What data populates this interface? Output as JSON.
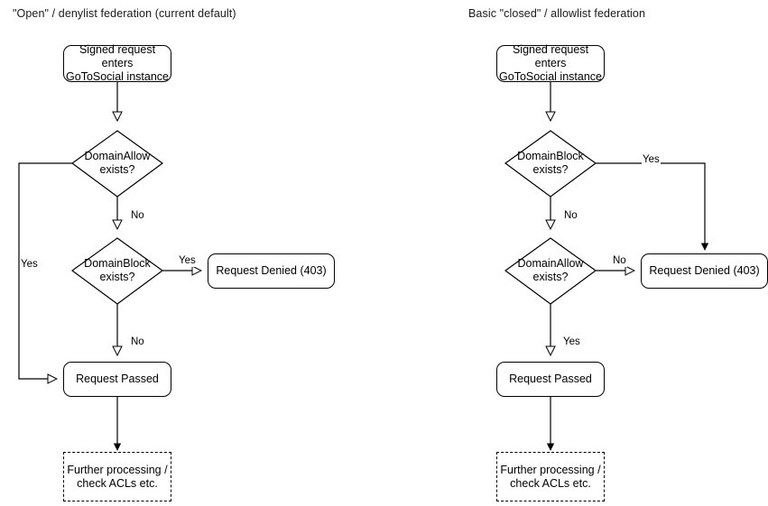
{
  "diagram": {
    "type": "flowchart",
    "background_color": "#ffffff",
    "line_color": "#000000",
    "text_color": "#000000",
    "panels": [
      {
        "id": "open-denylist",
        "title": "\"Open\" / denylist federation (current default)",
        "nodes": [
          {
            "id": "entry",
            "shape": "rounded-rect",
            "label": "Signed request enters\nGoToSocial instance"
          },
          {
            "id": "domain-allow",
            "shape": "diamond",
            "label": "DomainAllow\nexists?"
          },
          {
            "id": "domain-block",
            "shape": "diamond",
            "label": "DomainBlock\nexists?"
          },
          {
            "id": "request-denied",
            "shape": "rounded-rect",
            "label": "Request Denied (403)"
          },
          {
            "id": "request-passed",
            "shape": "rounded-rect",
            "label": "Request Passed"
          },
          {
            "id": "further-processing",
            "shape": "dashed-rect",
            "label": "Further processing /\ncheck ACLs etc."
          }
        ],
        "edges": [
          {
            "from": "entry",
            "to": "domain-allow",
            "label": ""
          },
          {
            "from": "domain-allow",
            "to": "request-passed",
            "label": "Yes"
          },
          {
            "from": "domain-allow",
            "to": "domain-block",
            "label": "No"
          },
          {
            "from": "domain-block",
            "to": "request-denied",
            "label": "Yes"
          },
          {
            "from": "domain-block",
            "to": "request-passed",
            "label": "No"
          },
          {
            "from": "request-passed",
            "to": "further-processing",
            "label": ""
          }
        ]
      },
      {
        "id": "closed-allowlist",
        "title": "Basic \"closed\" / allowlist federation",
        "nodes": [
          {
            "id": "entry",
            "shape": "rounded-rect",
            "label": "Signed request enters\nGoToSocial instance"
          },
          {
            "id": "domain-block",
            "shape": "diamond",
            "label": "DomainBlock\nexists?"
          },
          {
            "id": "domain-allow",
            "shape": "diamond",
            "label": "DomainAllow\nexists?"
          },
          {
            "id": "request-denied",
            "shape": "rounded-rect",
            "label": "Request Denied (403)"
          },
          {
            "id": "request-passed",
            "shape": "rounded-rect",
            "label": "Request Passed"
          },
          {
            "id": "further-processing",
            "shape": "dashed-rect",
            "label": "Further processing /\ncheck ACLs etc."
          }
        ],
        "edges": [
          {
            "from": "entry",
            "to": "domain-block",
            "label": ""
          },
          {
            "from": "domain-block",
            "to": "request-denied",
            "label": "Yes"
          },
          {
            "from": "domain-block",
            "to": "domain-allow",
            "label": "No"
          },
          {
            "from": "domain-allow",
            "to": "request-denied",
            "label": "No"
          },
          {
            "from": "domain-allow",
            "to": "request-passed",
            "label": "Yes"
          },
          {
            "from": "request-passed",
            "to": "further-processing",
            "label": ""
          }
        ]
      }
    ]
  }
}
